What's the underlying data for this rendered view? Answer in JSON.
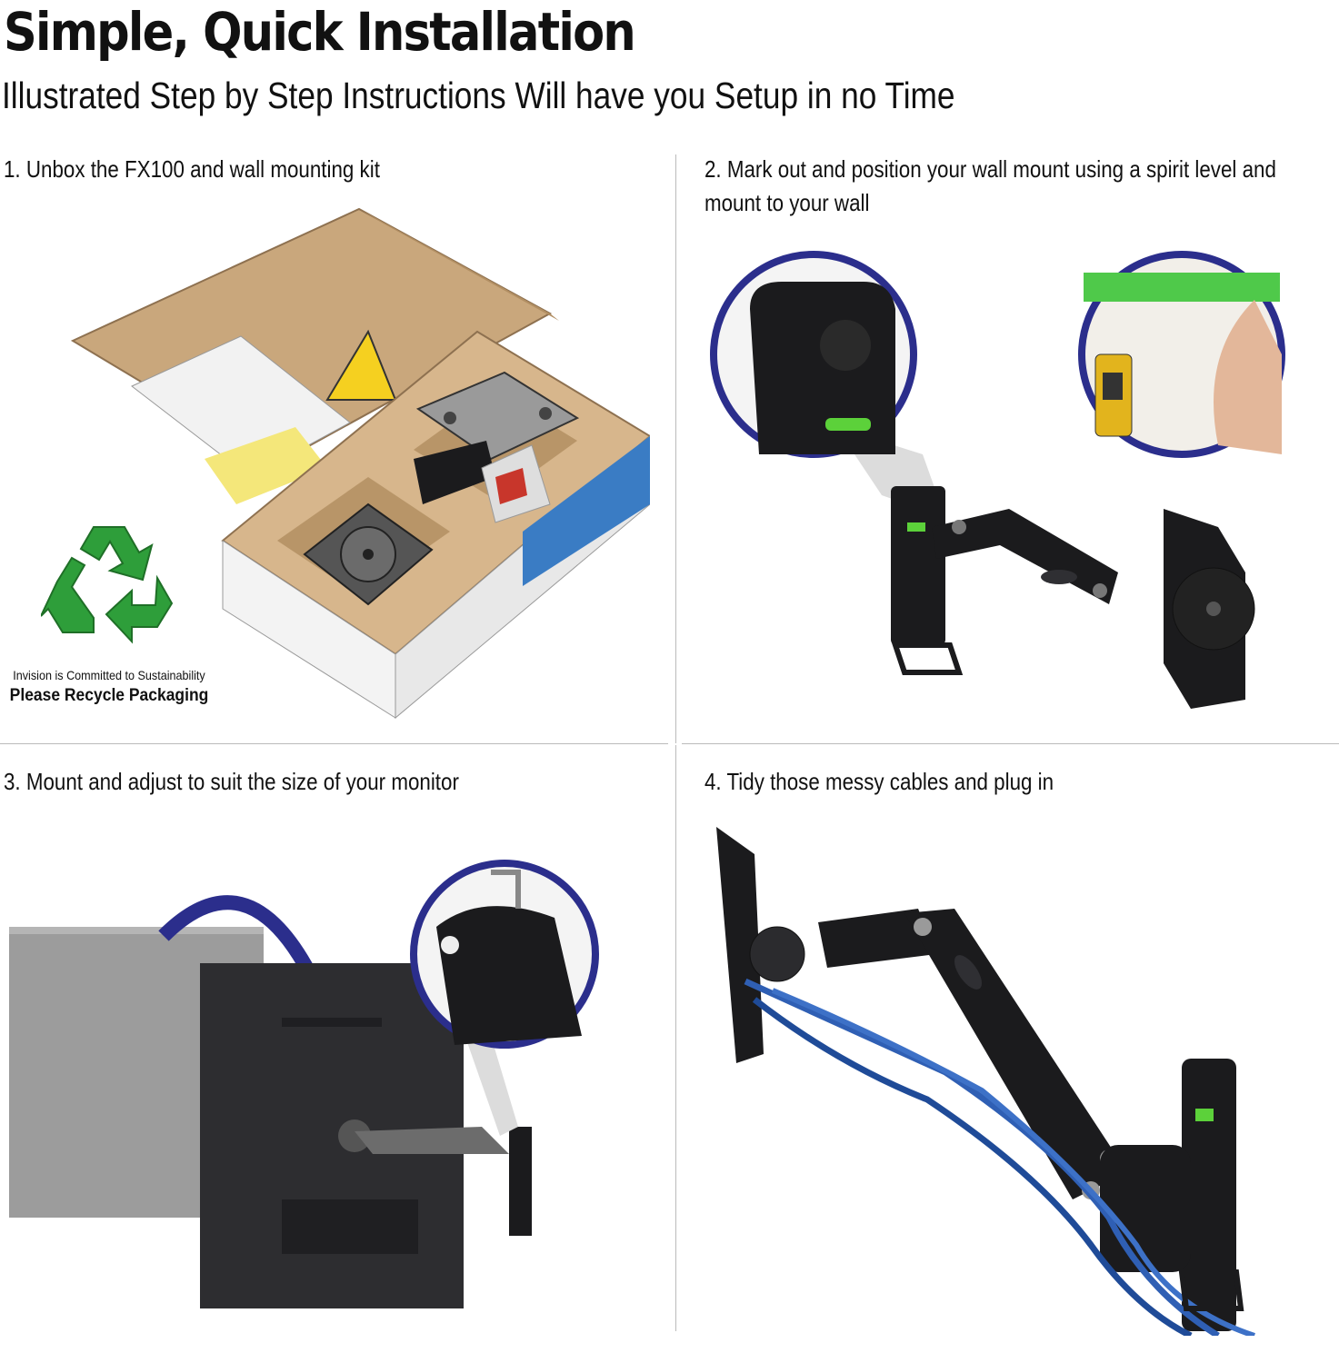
{
  "header": {
    "title": "Simple, Quick Installation",
    "subtitle": "Illustrated Step by Step Instructions Will have you Setup in no Time"
  },
  "steps": [
    {
      "label": "1. Unbox the FX100 and wall mounting kit"
    },
    {
      "label": "2. Mark out and position your wall mount using a spirit level and mount to your wall"
    },
    {
      "label": "3. Mount and adjust to suit the size of your monitor"
    },
    {
      "label": "4. Tidy those messy cables and plug in"
    }
  ],
  "recycle": {
    "line1": "Invision is Committed to Sustainability",
    "line2": "Please Recycle Packaging"
  },
  "colors": {
    "recycle_green": "#2e9e3a",
    "cardboard": "#c9a77c",
    "accent_blue": "#2b2e8c",
    "arm_black": "#1b1b1d"
  }
}
